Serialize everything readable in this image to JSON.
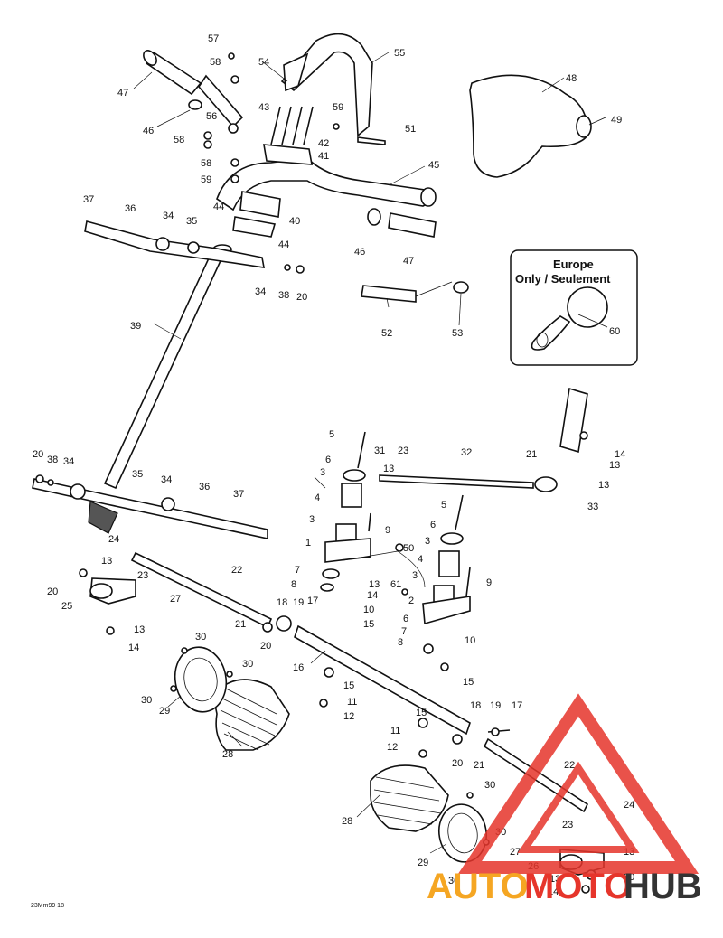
{
  "diagram": {
    "drawing_code": "23Mm99 18",
    "inset": {
      "title_line1": "Europe",
      "title_line2": "Only / Seulement",
      "part": "60"
    },
    "labels": {
      "l57": "57",
      "l58a": "58",
      "l54": "54",
      "l55": "55",
      "l47a": "47",
      "l43": "43",
      "l59a": "59",
      "l51": "51",
      "l48": "48",
      "l49": "49",
      "l46a": "46",
      "l56": "56",
      "l58b": "58",
      "l42": "42",
      "l41": "41",
      "l58c": "58",
      "l59b": "59",
      "l45": "45",
      "l37a": "37",
      "l36a": "36",
      "l44a": "44",
      "l34a": "34",
      "l35a": "35",
      "l40": "40",
      "l44b": "44",
      "l46b": "46",
      "l47b": "47",
      "l34b": "34",
      "l38a": "38",
      "l20a": "20",
      "l39": "39",
      "l52": "52",
      "l53": "53",
      "l5a": "5",
      "l14a": "14",
      "l6a": "6",
      "l31": "31",
      "l23a": "23",
      "l32": "32",
      "l21a": "21",
      "l13a": "13",
      "l3a": "3",
      "l13b": "13",
      "l13c": "13",
      "l33": "33",
      "l20b": "20",
      "l38b": "38",
      "l34c": "34",
      "l35b": "35",
      "l34d": "34",
      "l36b": "36",
      "l37b": "37",
      "l4a": "4",
      "l5b": "5",
      "l3b": "3",
      "l9a": "9",
      "l6b": "6",
      "l1": "1",
      "l50": "50",
      "l3c": "3",
      "l24a": "24",
      "l13d": "13",
      "l7a": "7",
      "l61": "61",
      "l4b": "4",
      "l9b": "9",
      "l22a": "22",
      "l23b": "23",
      "l8a": "8",
      "l13e": "13",
      "l3d": "3",
      "l20c": "20",
      "l14b": "14",
      "l17a": "17",
      "l25": "25",
      "l27a": "27",
      "l18a": "18",
      "l19a": "19",
      "l10a": "10",
      "l2": "2",
      "l15a": "15",
      "l21b": "21",
      "l20d": "20",
      "l13f": "13",
      "l6c": "6",
      "l7b": "7",
      "l14c": "14",
      "l8b": "8",
      "l10b": "10",
      "l16": "16",
      "l30a": "30",
      "l30b": "30",
      "l15b": "15",
      "l15c": "15",
      "l30c": "30",
      "l29a": "29",
      "l11a": "11",
      "l12a": "12",
      "l18b": "18",
      "l19b": "19",
      "l17b": "17",
      "l15d": "15",
      "l11b": "11",
      "l28a": "28",
      "l12b": "12",
      "l20e": "20",
      "l21c": "21",
      "l22b": "22",
      "l30d": "30",
      "l24b": "24",
      "l28b": "28",
      "l23c": "23",
      "l30e": "30",
      "l27b": "27",
      "l13g": "13",
      "l29b": "29",
      "l26": "26",
      "l30f": "30",
      "l13h": "13",
      "l20f": "20",
      "l14d": "14"
    }
  },
  "watermark": {
    "text_auto": "AUTO",
    "text_moto": "MOTO",
    "text_hub": "HUB",
    "colors": {
      "red": "#e6352b",
      "orange": "#f5a623",
      "dark": "#333333"
    }
  }
}
